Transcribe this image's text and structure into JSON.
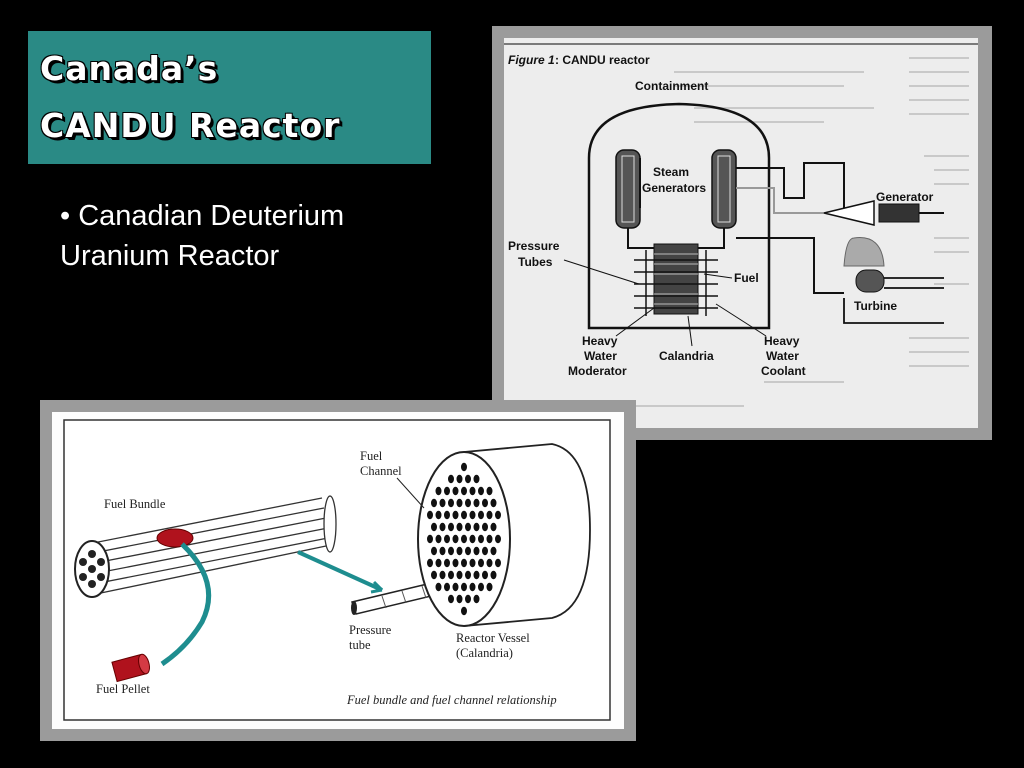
{
  "slide": {
    "title_line1": "Canada’s",
    "title_line2": "CANDU Reactor",
    "bullet": "• Canadian Deuterium Uranium Reactor"
  },
  "figure1": {
    "caption_prefix": "Figure 1",
    "caption_text": ": CANDU reactor",
    "labels": {
      "containment": "Containment",
      "steam": "Steam",
      "generators": "Generators",
      "generator": "Generator",
      "pressure": "Pressure",
      "tubes": "Tubes",
      "fuel": "Fuel",
      "turbine": "Turbine",
      "heavy1": "Heavy",
      "water1": "Water",
      "moderator": "Moderator",
      "calandria": "Calandria",
      "heavy2": "Heavy",
      "water2": "Water",
      "coolant": "Coolant"
    }
  },
  "figure2": {
    "labels": {
      "fuel_channel_1": "Fuel",
      "fuel_channel_2": "Channel",
      "fuel_bundle": "Fuel Bundle",
      "pressure_tube_1": "Pressure",
      "pressure_tube_2": "tube",
      "reactor_vessel_1": "Reactor Vessel",
      "reactor_vessel_2": "(Calandria)",
      "fuel_pellet": "Fuel Pellet",
      "caption": "Fuel bundle and fuel channel relationship"
    }
  },
  "colors": {
    "title_bg": "#2a8a85",
    "teal_line": "#1e8d8f",
    "pellet_red": "#b0121d"
  }
}
